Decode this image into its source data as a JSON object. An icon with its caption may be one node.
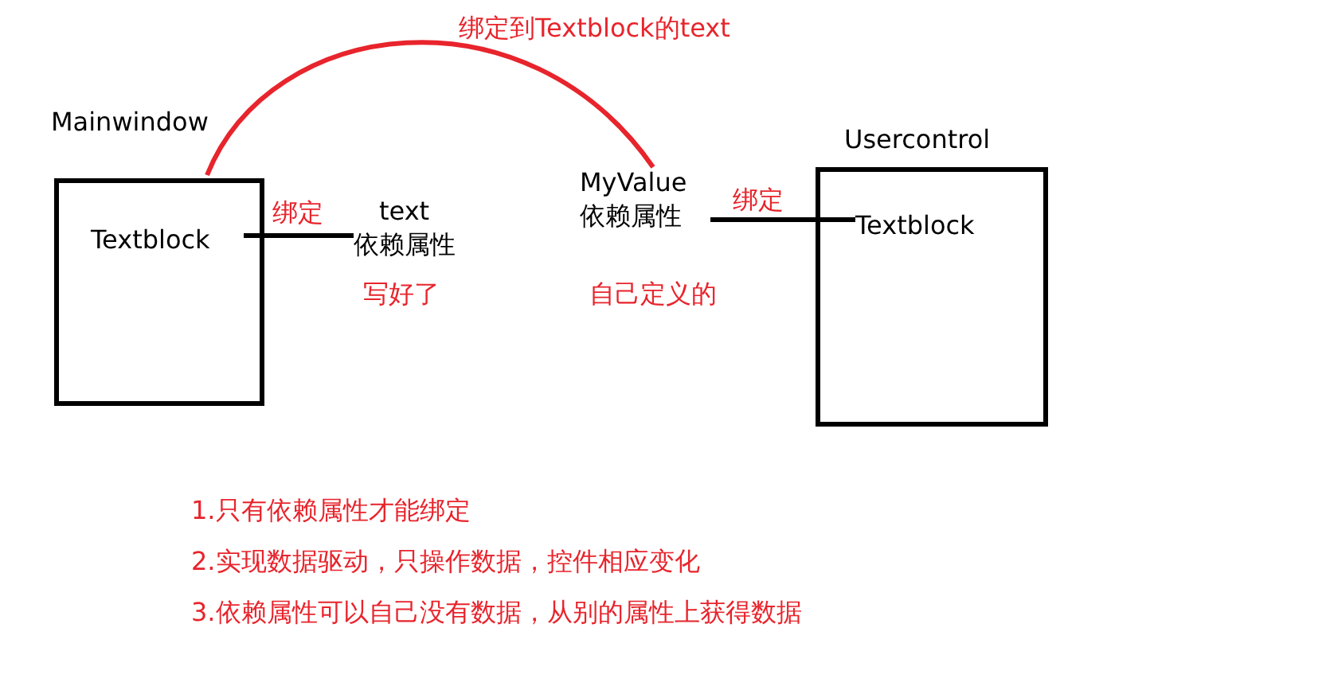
{
  "diagram": {
    "nodes": [
      {
        "text": [
          "Mainwindow"
        ]
      },
      {
        "text": [
          "Textblock"
        ],
        "in": 0
      },
      {
        "text": [
          "text",
          "依赖属性"
        ],
        "beside": [
          "写好了"
        ]
      },
      {
        "text": [
          "MyValue",
          "依赖属性"
        ],
        "beside": [
          "自己定义的"
        ]
      },
      {
        "text": [
          "Usercontrol"
        ]
      },
      {
        "text": [
          "Textblock"
        ],
        "in": 4
      }
    ],
    "edges": [
      {
        "from": 1,
        "to": 2,
        "arrow": "none",
        "label": "绑定"
      },
      {
        "from": 3,
        "to": 5,
        "arrow": "none",
        "label": "绑定"
      },
      {
        "from": 0,
        "to": 3,
        "arrow": "none",
        "label": "绑定到Textblock的text",
        "color": "#e8242c"
      }
    ],
    "labels": [
      "1.只有依赖属性才能绑定",
      "2.实现数据驱动，只操作数据，控件相应变化",
      "3.依赖属性可以自己没有数据，从别的属性上获得数据"
    ]
  }
}
